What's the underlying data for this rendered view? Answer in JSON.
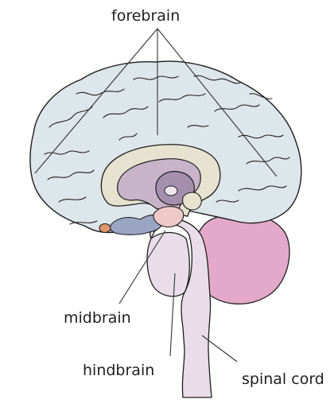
{
  "labels": {
    "forebrain": "forebrain",
    "midbrain": "midbrain",
    "hindbrain": "hindbrain",
    "spinal_cord": "spinal cord"
  },
  "colors": {
    "cortex": "#dde6eb",
    "outline": "#1e1e1e",
    "inner_region": "#e6e2cf",
    "deep_region": "#c7b4c9",
    "core_region": "#a58fae",
    "cerebellum": "#e4a9ca",
    "brainstem": "#e9dde9",
    "limbic_blue": "#9aa5c4",
    "limbic_pink": "#efc9c8",
    "olfactory": "#e0956a",
    "leader_line": "#333333"
  }
}
